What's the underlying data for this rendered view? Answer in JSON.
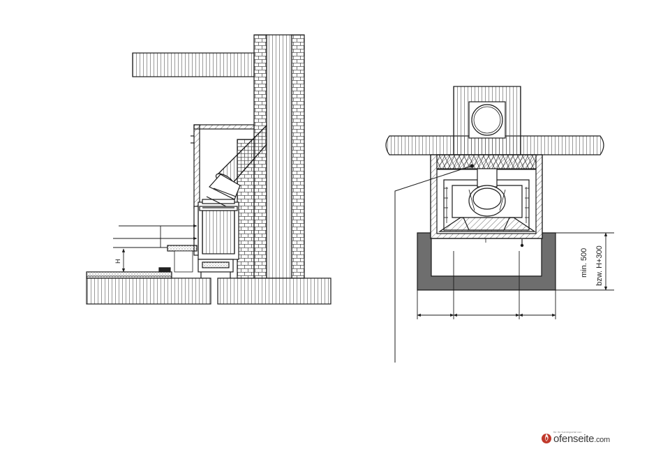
{
  "dimensions": {
    "height_marker": "H",
    "min_height": "min. 500",
    "alt_height": "bzw.  H+300"
  },
  "brand": {
    "tagline": "für Ihr Kaminportal von",
    "name": "ofenseite",
    "tld": ".com",
    "accent_color": "#c0392b"
  },
  "colors": {
    "line": "#1a1a1a",
    "hearth_fill": "#6e6e6e"
  }
}
